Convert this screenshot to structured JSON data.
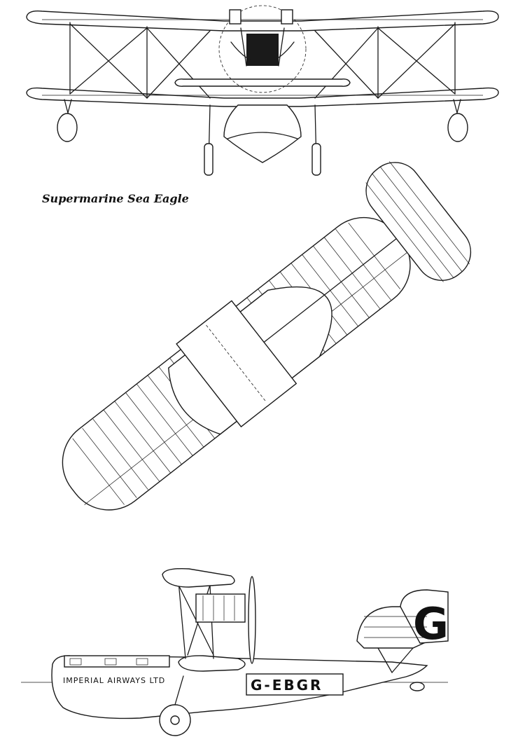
{
  "caption": "Supermarine Sea Eagle",
  "views": {
    "front": {
      "label": ""
    },
    "plan": {
      "label": ""
    },
    "side": {
      "hull_lettering": "IMPERIAL AIRWAYS LTD",
      "registration": "G-EBGR",
      "fin_letter": "G"
    }
  }
}
